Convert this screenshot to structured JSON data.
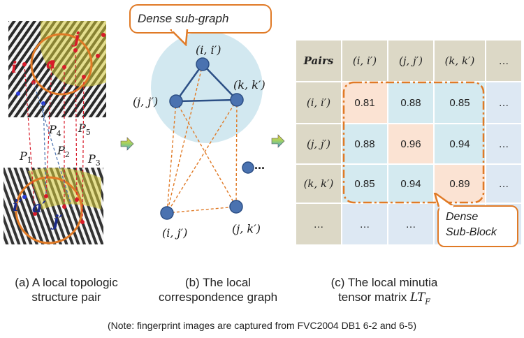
{
  "panel_a": {
    "labels": {
      "i": "i",
      "a": "a",
      "j": "j",
      "i_prime": "i′",
      "a_prime": "a′",
      "j_prime": "j′",
      "p1": "P",
      "p1_sub": "1",
      "p2": "P",
      "p2_sub": "2",
      "p3": "P",
      "p3_sub": "3",
      "p4": "P",
      "p4_sub": "4",
      "p5": "P",
      "p5_sub": "5"
    },
    "caption_line1": "(a) A local topologic",
    "caption_line2": "structure pair"
  },
  "panel_b": {
    "callout": "Dense sub-graph",
    "nodes": {
      "ii": "(i, i′)",
      "jj": "(j, j′)",
      "kk": "(k, k′)",
      "ij": "(i, j′)",
      "jk": "(j, k′)",
      "more": "..."
    },
    "caption_line1": "(b) The local",
    "caption_line2": "correspondence graph"
  },
  "panel_c": {
    "header_pairs": "Pairs",
    "col_headers": [
      "(i, i′)",
      "(j, j′)",
      "(k, k′)",
      "…"
    ],
    "row_headers": [
      "(i, i′)",
      "(j, j′)",
      "(k, k′)",
      "…"
    ],
    "rows": [
      [
        "0.81",
        "0.88",
        "0.85",
        "…"
      ],
      [
        "0.88",
        "0.96",
        "0.94",
        "…"
      ],
      [
        "0.85",
        "0.94",
        "0.89",
        "…"
      ],
      [
        "…",
        "…",
        "…",
        "…"
      ]
    ],
    "callout_line1": "Dense",
    "callout_line2": "Sub-Block",
    "caption_line1": "(c) The local minutia",
    "caption_line2": "tensor matrix",
    "caption_symbol": "LT",
    "caption_symbol_sub": "F"
  },
  "note": "(Note: fingerprint images are captured from FVC2004 DB1 6-2 and 6-5)",
  "colors": {
    "orange": "#e07a26",
    "node_blue": "#4a72b0",
    "light_blue": "#cfe6ee",
    "cell_orange": "#fbe3d3",
    "header_tan": "#dcd8c6"
  }
}
